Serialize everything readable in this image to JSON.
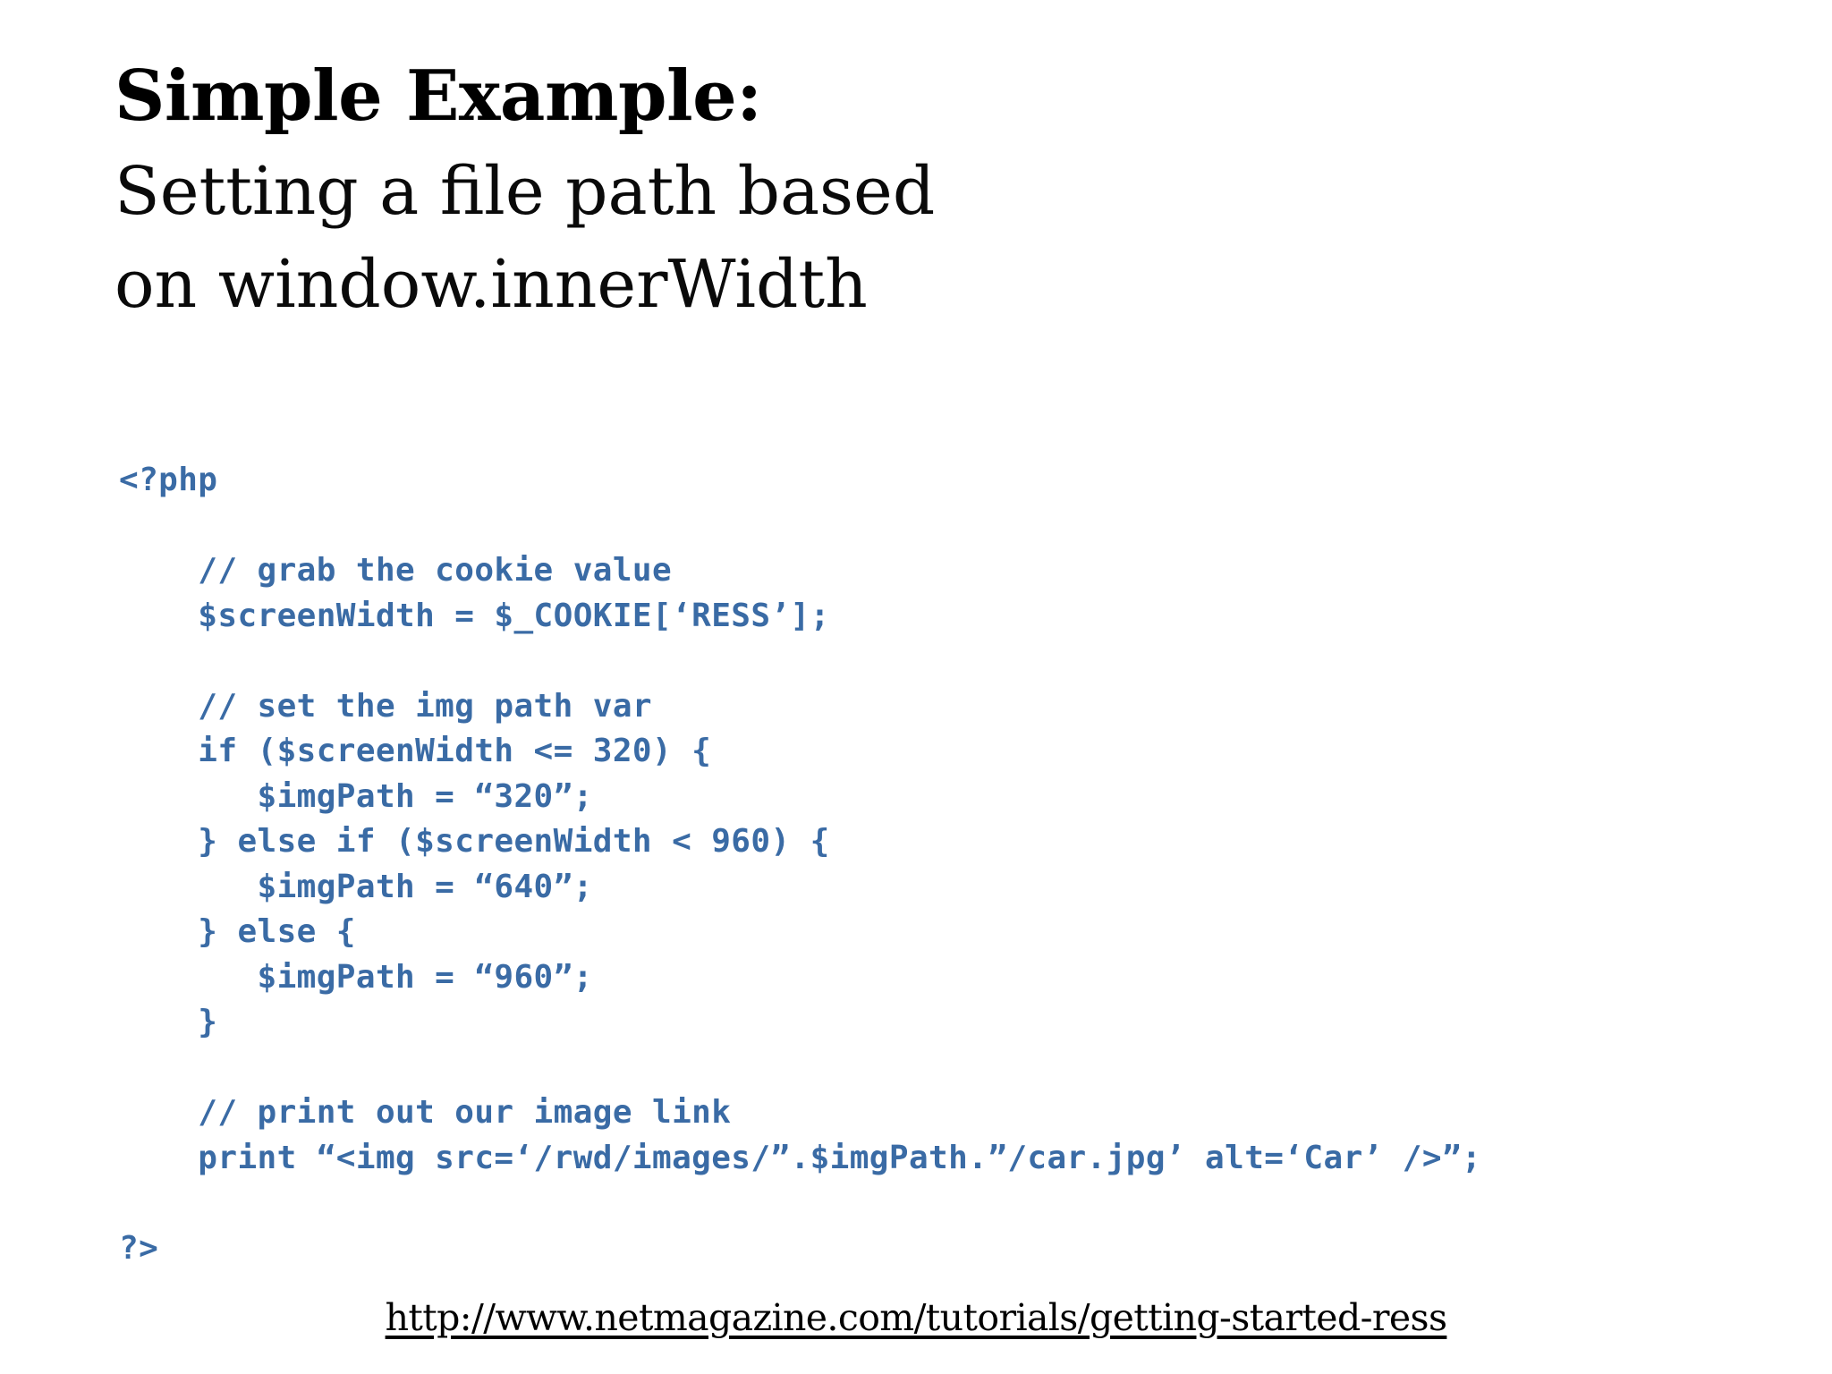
{
  "slide": {
    "background_color": "#ffffff",
    "title": "Simple Example:",
    "subtitle_line1": "Setting a file path based",
    "subtitle_line2": "on window.innerWidth",
    "title_color": "#000000",
    "code_color": "#3a6ba5"
  },
  "code": {
    "language": "php",
    "lines": [
      "<?php",
      "",
      "    // grab the cookie value",
      "    $screenWidth = $_COOKIE[‘RESS’];",
      "",
      "    // set the img path var",
      "    if ($screenWidth <= 320) {",
      "       $imgPath = “320”;",
      "    } else if ($screenWidth < 960) {",
      "       $imgPath = “640”;",
      "    } else {",
      "       $imgPath = “960”;",
      "    }",
      "",
      "    // print out our image link",
      "    print “<img src=‘/rwd/images/”.$imgPath.”/car.jpg’ alt=‘Car’ />”;",
      "",
      "?>"
    ]
  },
  "footer": {
    "link_text": "http://www.netmagazine.com/tutorials/getting-started-ress"
  }
}
